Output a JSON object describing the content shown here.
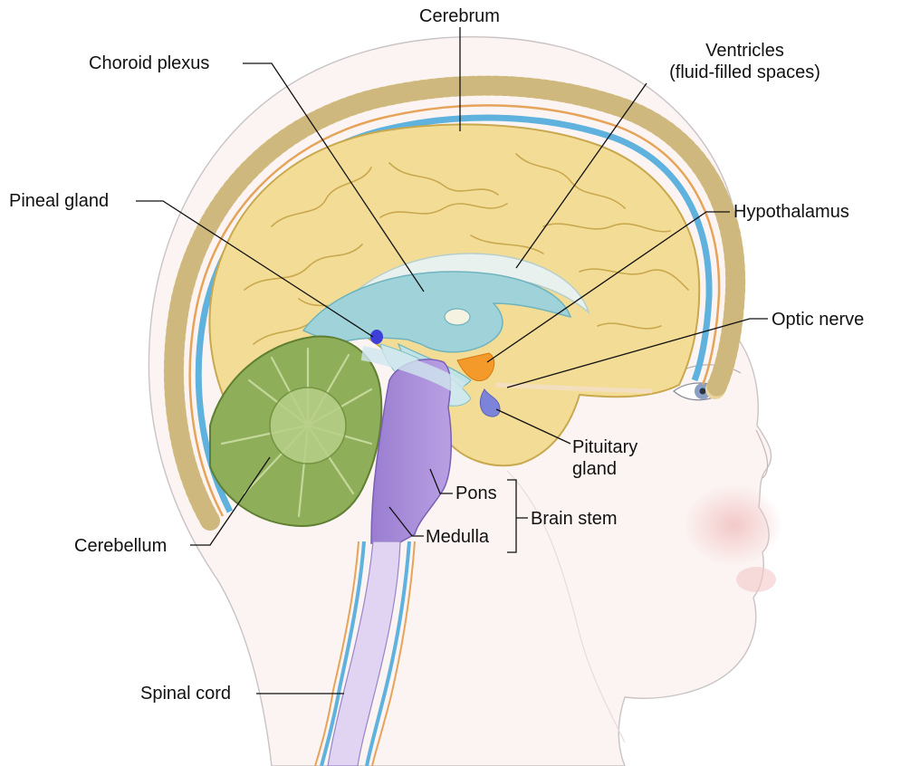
{
  "labels": {
    "cerebrum": "Cerebrum",
    "choroid_plexus": "Choroid plexus",
    "ventricles_line1": "Ventricles",
    "ventricles_line2": "(fluid-filled spaces)",
    "pineal_gland": "Pineal gland",
    "hypothalamus": "Hypothalamus",
    "optic_nerve": "Optic nerve",
    "pituitary_line1": "Pituitary",
    "pituitary_line2": "gland",
    "pons": "Pons",
    "medulla": "Medulla",
    "brain_stem": "Brain stem",
    "cerebellum": "Cerebellum",
    "spinal_cord": "Spinal cord"
  },
  "colors": {
    "cerebrum": "#f3dd96",
    "cerebrum_outline": "#c9a84e",
    "cerebellum": "#8fae5a",
    "cerebellum_light": "#c4d89a",
    "brain_stem": "#a98ad8",
    "ventricle": "#9fd3d9",
    "csf_blue": "#5fb2dd",
    "hypothalamus": "#f39a2a",
    "pituitary": "#7b84d9",
    "pineal": "#3d3fd8",
    "skull": "#e8d49c",
    "skin_line": "#c9c3c5",
    "label_line": "#111111"
  }
}
